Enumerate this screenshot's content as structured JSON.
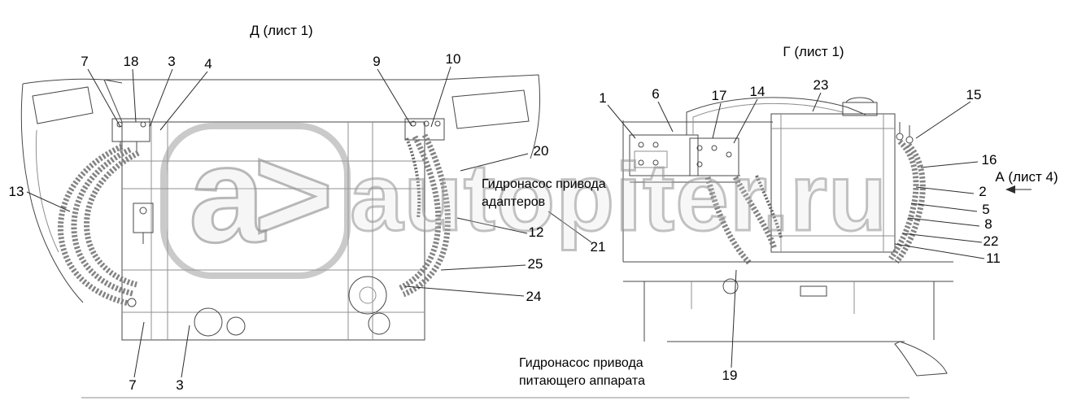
{
  "canvas": {
    "background": "#ffffff",
    "line_color": "#474747"
  },
  "watermark": {
    "logo": "a>",
    "text": "autopiter.ru"
  },
  "views": {
    "left": {
      "title": "Д (лист 1)",
      "caption": "Гидронасос привода\nадаптеров"
    },
    "right": {
      "title": "Г (лист 1)",
      "caption": "Гидронасос привода\nпитающего аппарата",
      "ref_label": "А (лист 4)"
    }
  },
  "callouts": [
    "7",
    "18",
    "3",
    "4",
    "9",
    "10",
    "13",
    "20",
    "12",
    "21",
    "25",
    "24",
    "7",
    "3",
    "1",
    "6",
    "17",
    "14",
    "23",
    "15",
    "16",
    "2",
    "5",
    "8",
    "22",
    "11",
    "19"
  ]
}
